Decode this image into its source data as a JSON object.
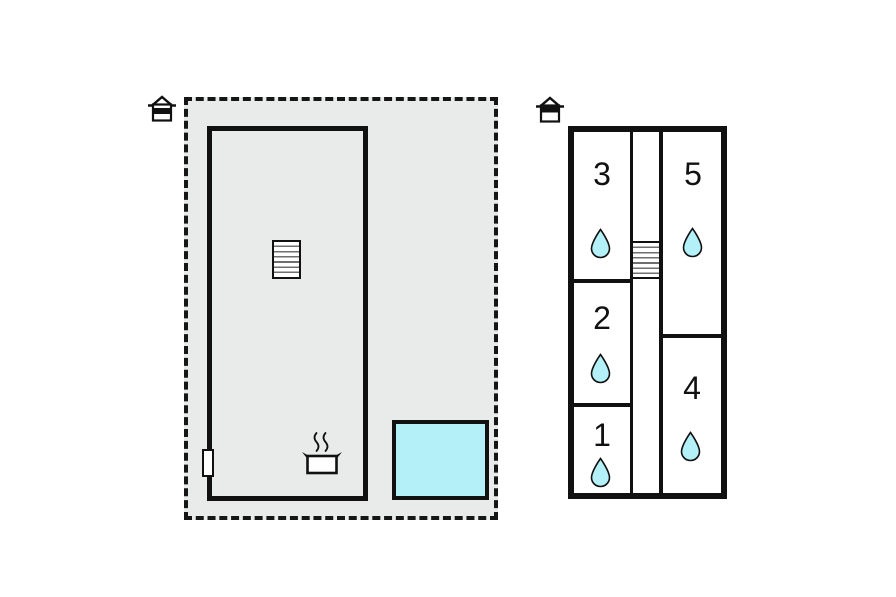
{
  "colors": {
    "background": "#ffffff",
    "wall": "#111111",
    "plot_fill": "#e8ebe9",
    "water": "#b4f0f8"
  },
  "ground_floor": {
    "floor_icon": "house-ground-floor-icon",
    "features": [
      "dashed-plot-boundary",
      "house-outline",
      "stairs",
      "entrance-door",
      "stove",
      "pool"
    ]
  },
  "upper_floor": {
    "floor_icon": "house-upper-floor-icon",
    "rooms": [
      {
        "number": "1",
        "water": true
      },
      {
        "number": "2",
        "water": true
      },
      {
        "number": "3",
        "water": true
      },
      {
        "number": "4",
        "water": true
      },
      {
        "number": "5",
        "water": true
      }
    ],
    "features": [
      "stairs-corridor"
    ]
  }
}
